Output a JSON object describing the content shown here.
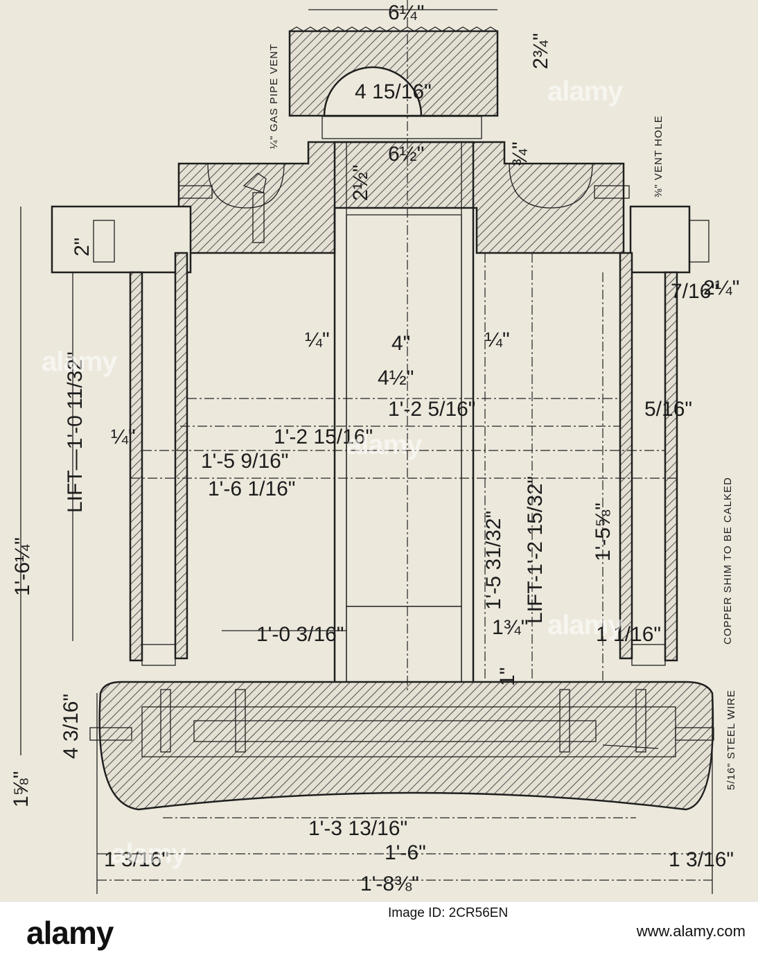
{
  "drawing": {
    "dimensions": {
      "top_width": "6¼\"",
      "cap_dia": "4 15/16\"",
      "cap_height": "2¾\"",
      "neck_width": "6½\"",
      "neck_height": "¾\"",
      "plug_height": "2½\"",
      "flange_thk": "2\"",
      "overall_height": "1'-6¼\"",
      "lift_left": "LIFT—1'-0 11/32\"",
      "quarter_left": "¼\"",
      "wood_quarter_left": "¼\"",
      "wood_quarter_right": "¼\"",
      "wood_four": "4\"",
      "wood_four_half": "4½\"",
      "d_1_2_5_16": "1'-2 5/16\"",
      "d_1_2_15_16": "1'-2 15/16\"",
      "d_1_5_9_16": "1'-5 9/16\"",
      "d_1_6_1_16": "1'-6 1/16\"",
      "d_5_31_32": "1'-5 31/32\"",
      "lift_right": "LIFT-1'-2 15/32\"",
      "d_1_5_5_8": "1'-5⅝\"",
      "d_7_16": "7/16\"",
      "d_2_1_4": "2¼\"",
      "d_5_16": "5/16\"",
      "d_1_0_3_16": "1'-0 3/16\"",
      "d_1_3_4": "1¾\"",
      "d_1_1_16": "1 1/16\"",
      "d_1": "1\"",
      "d_4_3_16": "4 3/16\"",
      "d_1_5_8": "1⅝\"",
      "d_1_3_13_16": "1'-3 13/16\"",
      "d_1_6": "1'-6\"",
      "d_1_3_16_left": "1 3/16\"",
      "d_1_3_16_right": "1 3/16\"",
      "d_1_8_3_8": "1'-8⅜\""
    },
    "notes": {
      "gas_pipe": "¼\" GAS PIPE VENT",
      "vent_hole": "⅜\" VENT HOLE",
      "copper_shim": "COPPER SHIM TO BE CALKED",
      "steel_wire": "5/16\" STEEL WIRE"
    }
  },
  "watermark": "alamy",
  "footer": {
    "logo": "alamy",
    "image_id": "Image ID: 2CR56EN",
    "url": "www.alamy.com"
  },
  "colors": {
    "paper": "#ece8dc",
    "ink": "#1f1f1f",
    "hatch": "#2a2a2a",
    "footer_bg": "#ffffff"
  }
}
